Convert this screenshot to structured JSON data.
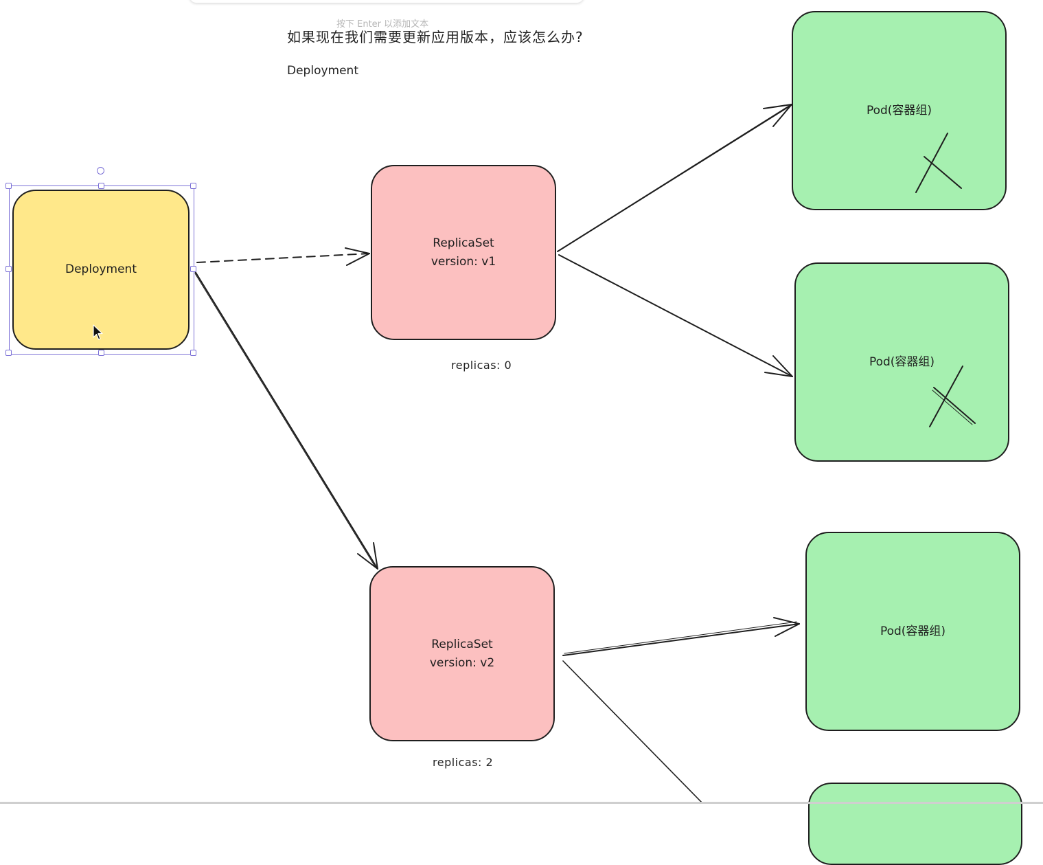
{
  "editor": {
    "hint": "按下 Enter 以添加文本"
  },
  "canvas": {
    "question": "如果现在我们需要更新应用版本，应该怎么办?",
    "deployment_caption": "Deployment"
  },
  "nodes": {
    "deployment": {
      "label": "Deployment",
      "color": "#ffe88a",
      "selected": true
    },
    "replicaset_v1": {
      "line1": "ReplicaSet",
      "line2": "version: v1",
      "replicas": "replicas: 0",
      "color": "#fcc0c0"
    },
    "replicaset_v2": {
      "line1": "ReplicaSet",
      "line2": "version: v2",
      "replicas": "replicas: 2",
      "color": "#fcc0c0"
    },
    "pod_1": {
      "label": "Pod(容器组)",
      "crossed_out": true,
      "color": "#a6f0b0"
    },
    "pod_2": {
      "label": "Pod(容器组)",
      "crossed_out": true,
      "color": "#a6f0b0"
    },
    "pod_3": {
      "label": "Pod(容器组)",
      "crossed_out": false,
      "color": "#a6f0b0"
    },
    "pod_4": {
      "label": "",
      "crossed_out": false,
      "color": "#a6f0b0"
    }
  },
  "edges": [
    {
      "from": "deployment",
      "to": "replicaset_v1",
      "style": "dashed"
    },
    {
      "from": "deployment",
      "to": "replicaset_v2",
      "style": "solid"
    },
    {
      "from": "replicaset_v1",
      "to": "pod_1",
      "style": "solid"
    },
    {
      "from": "replicaset_v1",
      "to": "pod_2",
      "style": "solid"
    },
    {
      "from": "replicaset_v2",
      "to": "pod_3",
      "style": "solid"
    },
    {
      "from": "replicaset_v2",
      "to": "pod_4",
      "style": "solid"
    }
  ],
  "icons": {
    "cursor": "mouse-pointer-icon",
    "rotate": "rotate-handle-icon",
    "cross": "x-mark-icon"
  },
  "colors": {
    "stroke": "#1e1e1e",
    "selection": "#7a6fd6",
    "hint": "#b5b5b5"
  }
}
